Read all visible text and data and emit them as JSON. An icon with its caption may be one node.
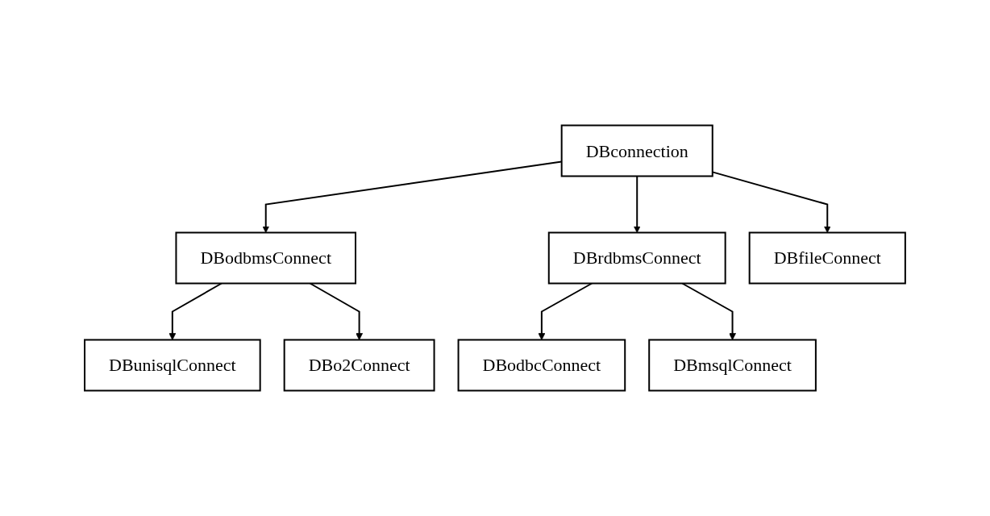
{
  "diagram": {
    "nodes": [
      {
        "text": [
          "DBconnection"
        ]
      },
      {
        "text": [
          "DBodbmsConnect"
        ]
      },
      {
        "text": [
          "DBrdbmsConnect"
        ]
      },
      {
        "text": [
          "DBunisqlConnect"
        ]
      },
      {
        "text": [
          "DBo2Connect"
        ]
      },
      {
        "text": [
          "DBfileConnect"
        ]
      },
      {
        "text": [
          "DBodbcConnect"
        ]
      },
      {
        "text": [
          "DBmsqlConnect"
        ]
      }
    ],
    "edges": [
      {
        "from": 0,
        "to": 1,
        "arrow": "to"
      },
      {
        "from": 0,
        "to": 2,
        "arrow": "to"
      },
      {
        "from": 0,
        "to": 5,
        "arrow": "to"
      },
      {
        "from": 1,
        "to": 3,
        "arrow": "to"
      },
      {
        "from": 1,
        "to": 4,
        "arrow": "to"
      },
      {
        "from": 2,
        "to": 6,
        "arrow": "to"
      },
      {
        "from": 2,
        "to": 7,
        "arrow": "to"
      }
    ]
  }
}
